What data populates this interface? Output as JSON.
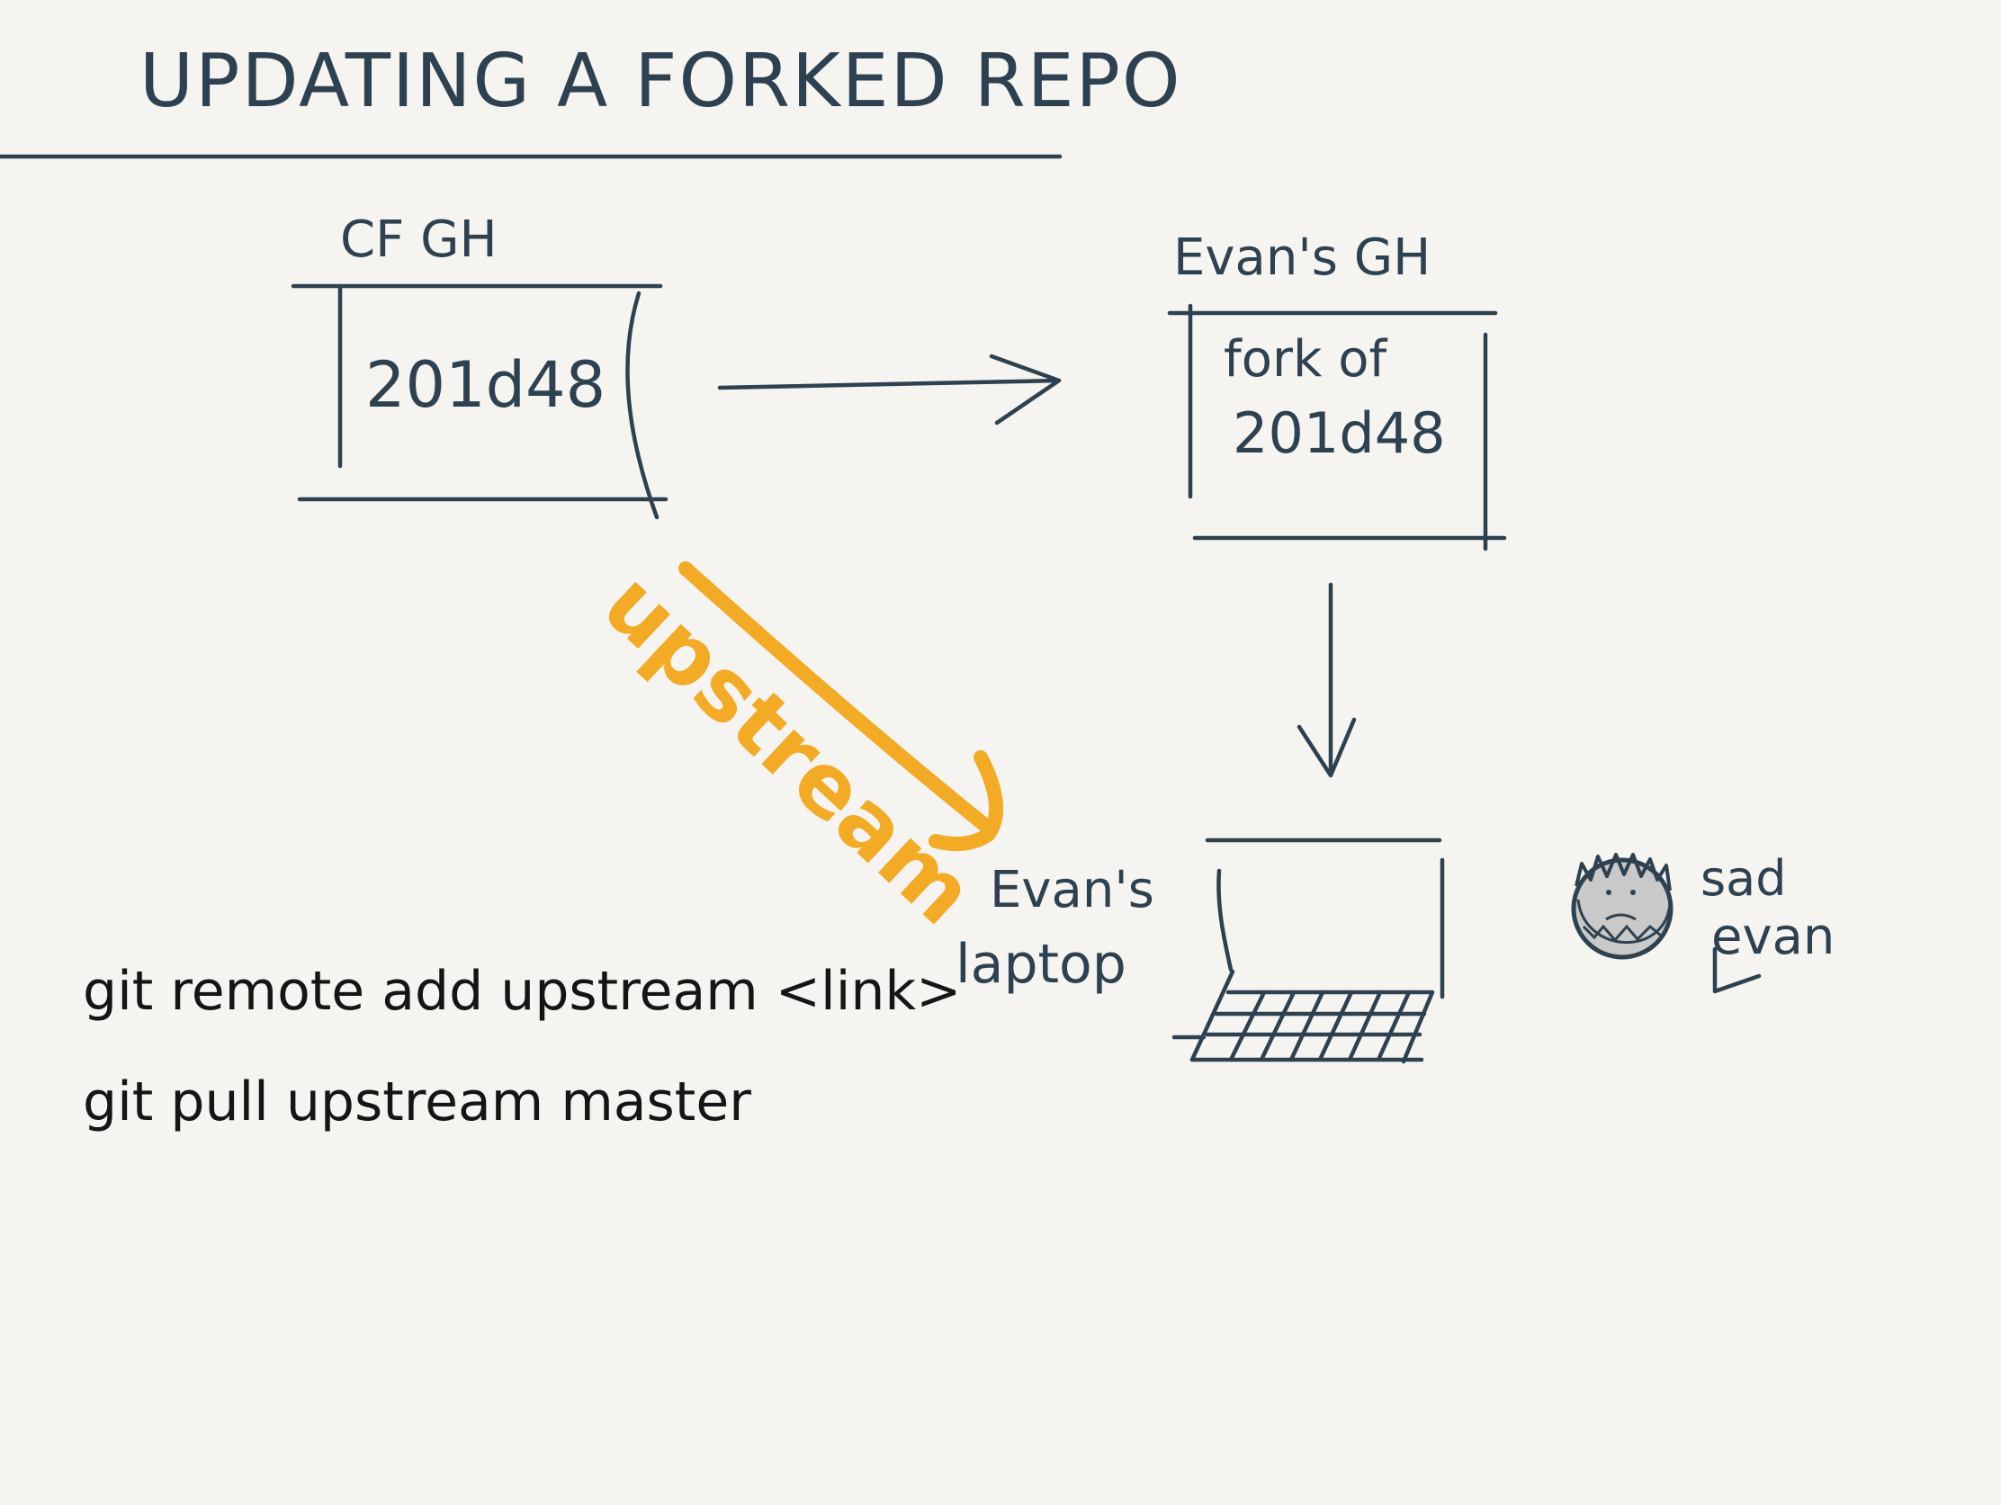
{
  "title": "UPDATING A FORKED REPO",
  "nodes": {
    "cf_gh": {
      "label": "CF GH",
      "content": "201d48"
    },
    "evans_gh": {
      "label": "Evan's GH",
      "content_line1": "fork of",
      "content_line2": "201d48"
    },
    "laptop": {
      "label_line1": "Evan's",
      "label_line2": "laptop"
    },
    "sad_evan": {
      "label_line1": "sad",
      "label_line2": "evan"
    }
  },
  "edges": {
    "upstream_label": "upstream"
  },
  "commands": [
    "git remote add upstream <link>",
    "git pull upstream master"
  ],
  "colors": {
    "ink": "#2d4150",
    "accent": "#f3aa24",
    "background": "#f5f4f1"
  }
}
